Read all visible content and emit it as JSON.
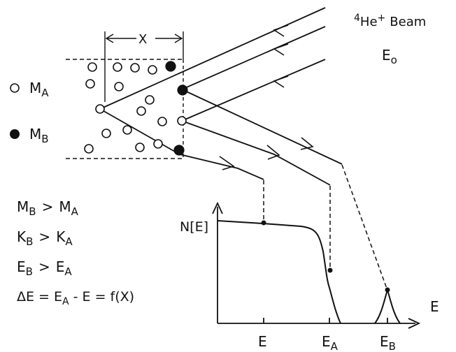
{
  "beam": {
    "sup": "4",
    "name": "He",
    "charge": "+",
    "word": "Beam",
    "energy_main": "E",
    "energy_sub": "o"
  },
  "thickness": {
    "label": "X"
  },
  "legend": {
    "a": {
      "main": "M",
      "sub": "A"
    },
    "b": {
      "main": "M",
      "sub": "B"
    }
  },
  "relations": [
    {
      "l": "M",
      "ls": "B",
      "op": ">",
      "r": "M",
      "rs": "A"
    },
    {
      "l": "K",
      "ls": "B",
      "op": ">",
      "r": "K",
      "rs": "A"
    },
    {
      "l": "E",
      "ls": "B",
      "op": ">",
      "r": "E",
      "rs": "A"
    }
  ],
  "equation": {
    "p1": "ΔE = E",
    "s1": "A",
    "p2": " - E = f(X)"
  },
  "spectrum": {
    "ylabel": "N[E]",
    "xlabel": "E",
    "ticks": [
      {
        "main": "E",
        "sub": ""
      },
      {
        "main": "E",
        "sub": "A"
      },
      {
        "main": "E",
        "sub": "B"
      }
    ]
  }
}
